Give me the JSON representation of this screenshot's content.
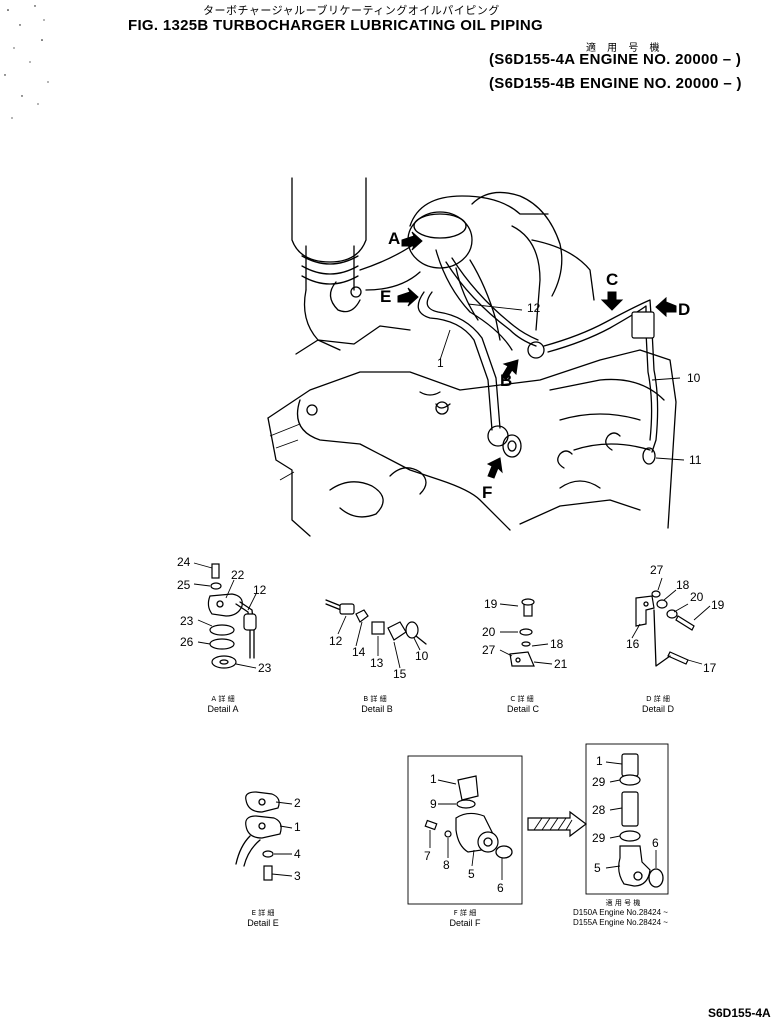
{
  "header": {
    "jp_title": "ターボチャージャルーブリケーティングオイルパイピング",
    "title": "FIG. 1325B  TURBOCHARGER LUBRICATING OIL PIPING",
    "applicability_jp": "適 用 号 機",
    "engines": [
      "(S6D155-4A  ENGINE NO. 20000 – )",
      "(S6D155-4B  ENGINE NO. 20000 – )"
    ]
  },
  "main_view": {
    "callouts": [
      "A",
      "B",
      "C",
      "D",
      "E",
      "F"
    ],
    "parts": [
      "1",
      "10",
      "11",
      "12"
    ]
  },
  "details": {
    "A": {
      "jp": "A  詳  細",
      "label": "Detail  A",
      "parts": [
        "24",
        "25",
        "22",
        "12",
        "23",
        "26",
        "23"
      ]
    },
    "B": {
      "jp": "B  詳  細",
      "label": "Detail  B",
      "parts": [
        "12",
        "14",
        "13",
        "15",
        "10"
      ]
    },
    "C": {
      "jp": "C  詳  細",
      "label": "Detail  C",
      "parts": [
        "19",
        "20",
        "18",
        "27",
        "21"
      ]
    },
    "D": {
      "jp": "D  詳  細",
      "label": "Detail  D",
      "parts": [
        "27",
        "18",
        "20",
        "19",
        "16",
        "17"
      ]
    },
    "E": {
      "jp": "E  詳  細",
      "label": "Detail  E",
      "parts": [
        "2",
        "1",
        "4",
        "3"
      ]
    },
    "F": {
      "jp": "F  詳  細",
      "label": "Detail  F",
      "parts": [
        "1",
        "9",
        "7",
        "8",
        "5",
        "6"
      ]
    },
    "F_alt": {
      "parts": [
        "1",
        "29",
        "28",
        "29",
        "5",
        "6"
      ],
      "jp": "適 用 号 機",
      "notes": [
        "D150A  Engine  No.28424 ~",
        "D155A  Engine  No.28424 ~"
      ]
    }
  },
  "footer": {
    "code": "S6D155-4A"
  }
}
